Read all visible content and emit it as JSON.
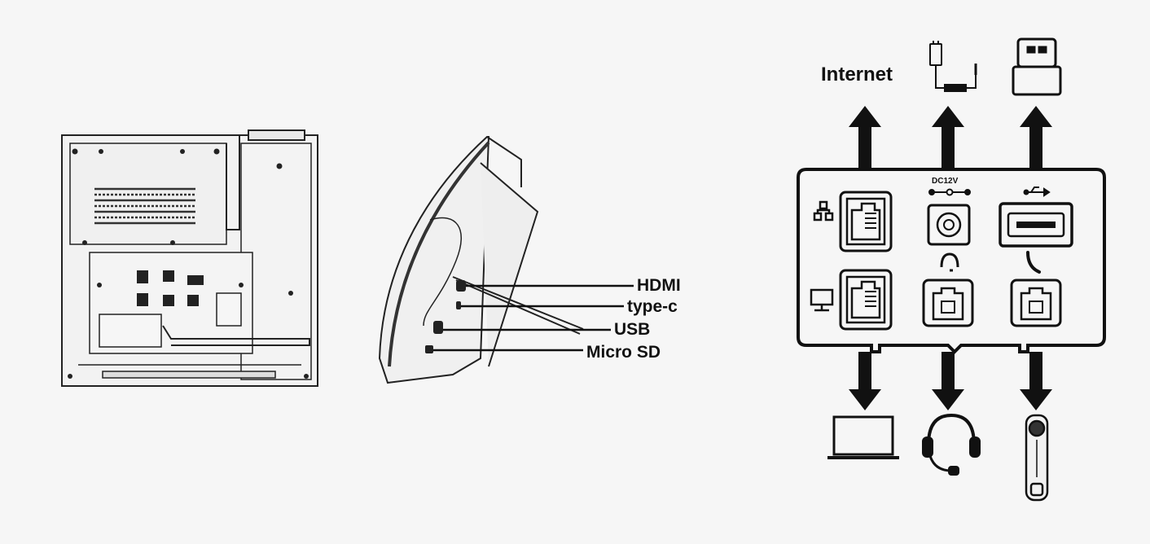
{
  "figure": {
    "background": "#f6f6f6",
    "ink": "#111111",
    "panels": [
      {
        "id": "phone-back",
        "description_hidden": true
      },
      {
        "id": "phone-side"
      },
      {
        "id": "port-diagram"
      }
    ]
  },
  "side_labels": {
    "hdmi": "HDMI",
    "type_c": "type-c",
    "usb": "USB",
    "micro_sd": "Micro SD"
  },
  "port_diagram": {
    "internet_label": "Internet",
    "power_label": "DC12V",
    "connections_up": [
      "ethernet-internet",
      "power-adapter",
      "usb-dongle"
    ],
    "connections_down": [
      "pc-laptop",
      "headset",
      "handset"
    ]
  }
}
